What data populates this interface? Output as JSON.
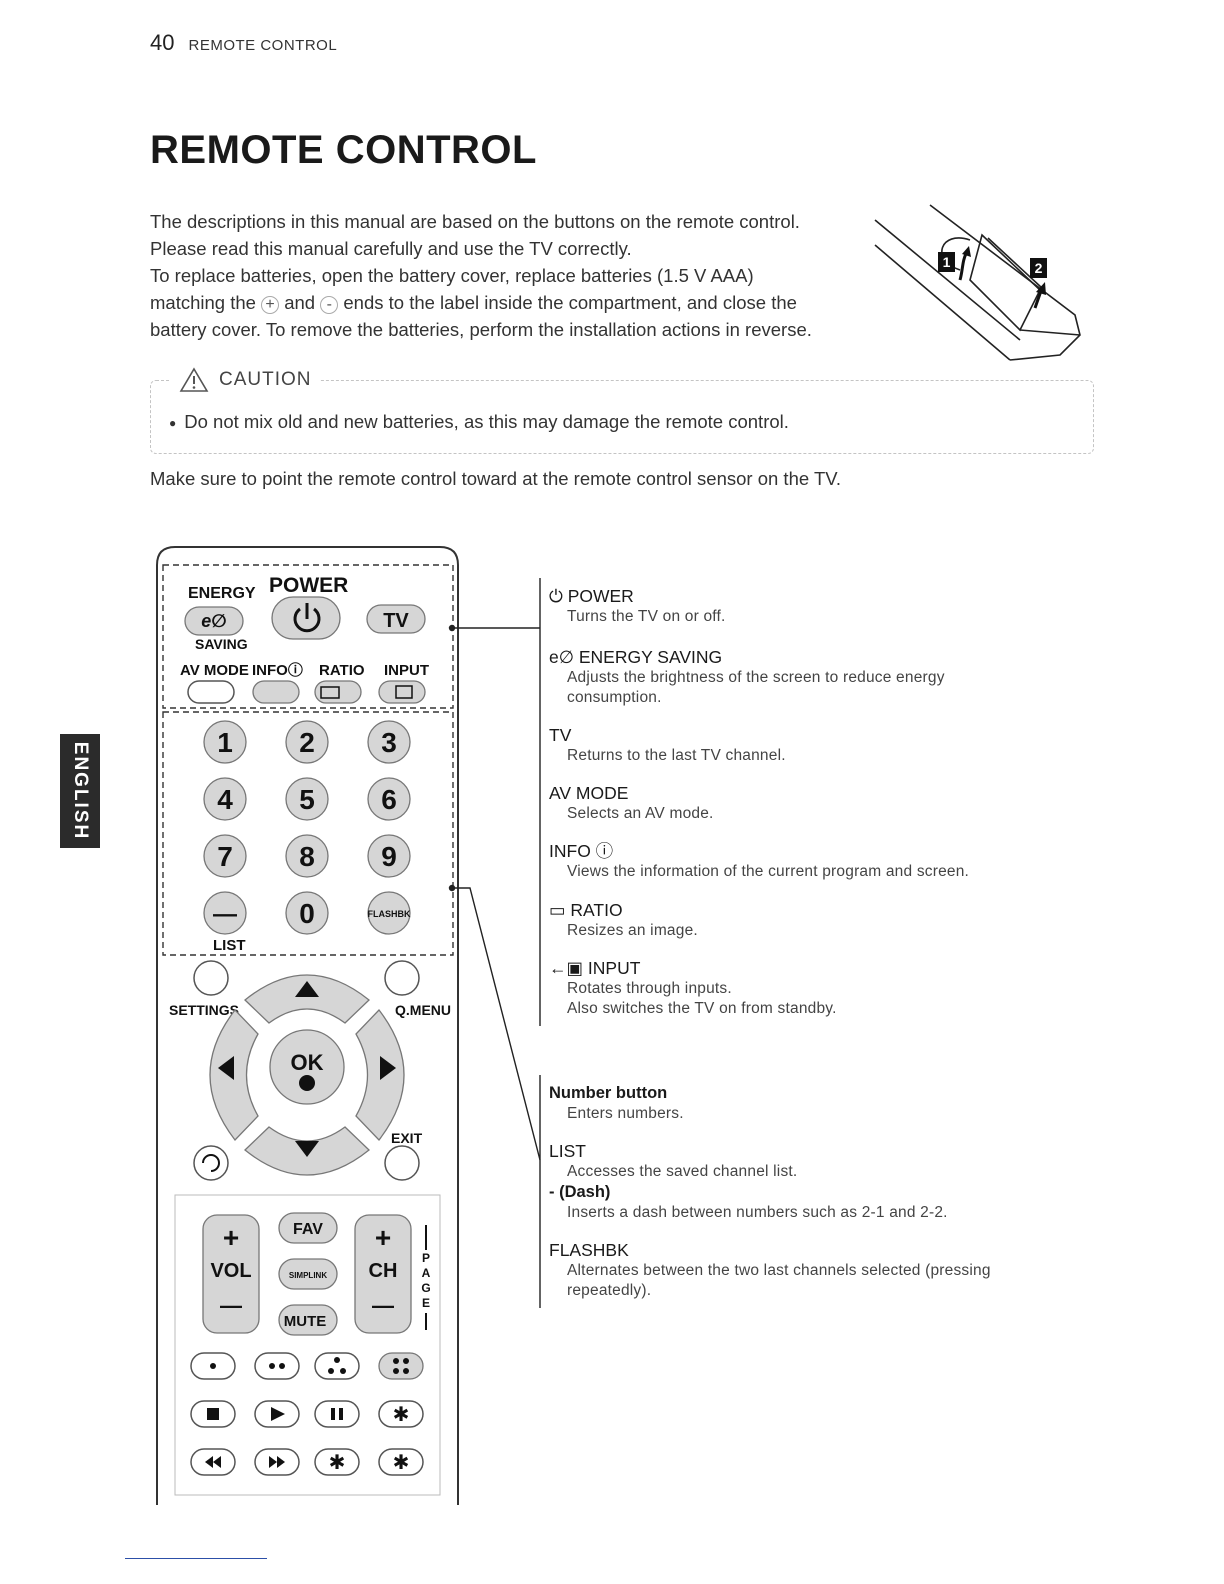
{
  "header": {
    "page_number": "40",
    "section": "REMOTE CONTROL"
  },
  "title": "REMOTE CONTROL",
  "intro": {
    "line1": "The descriptions in this manual are based on the buttons on the remote control.",
    "line2": "Please read this manual carefully and use the TV correctly.",
    "line3": "To replace batteries, open the battery cover, replace batteries (1.5 V AAA)",
    "line4_a": "matching the",
    "plus": "+",
    "line4_b": "and",
    "minus": "-",
    "line4_c": "ends to the label inside the compartment, and close the",
    "line5": "battery cover. To remove the batteries, perform the installation actions in reverse."
  },
  "battery_figure": {
    "step1": "1",
    "step2": "2"
  },
  "caution": {
    "heading": "CAUTION",
    "bullet": "Do not mix old and new batteries, as this may damage the remote control."
  },
  "pointing_note": "Make sure to point the remote control toward at the remote control sensor on the TV.",
  "side_tab": "ENGLISH",
  "remote": {
    "energy": "ENERGY",
    "saving": "SAVING",
    "power": "POWER",
    "tv": "TV",
    "av_mode": "AV MODE",
    "info": "INFOⓘ",
    "ratio": "RATIO",
    "input": "INPUT",
    "digits": [
      "1",
      "2",
      "3",
      "4",
      "5",
      "6",
      "7",
      "8",
      "9"
    ],
    "dash": "—",
    "zero": "0",
    "flashbk": "FLASHBK",
    "list": "LIST",
    "settings": "SETTINGS",
    "qmenu": "Q.MENU",
    "ok": "OK",
    "exit": "EXIT",
    "fav": "FAV",
    "simplink": "SIMPLINK",
    "mute": "MUTE",
    "vol": "VOL",
    "ch": "CH",
    "page": [
      "P",
      "A",
      "G",
      "E"
    ],
    "plus": "+",
    "minus": "—"
  },
  "descriptions": [
    {
      "name": "⏻ POWER",
      "text": [
        "Turns the TV on or off."
      ]
    },
    {
      "name": "e∅ ENERGY SAVING",
      "text": [
        "Adjusts the brightness of the screen to reduce energy",
        "consumption."
      ]
    },
    {
      "name": "TV",
      "text": [
        "Returns to the last TV channel."
      ]
    },
    {
      "name": "AV MODE",
      "text": [
        "Selects an AV mode."
      ]
    },
    {
      "name": "INFO ⓘ",
      "text": [
        "Views the information of the current program and screen."
      ]
    },
    {
      "name": "▭ RATIO",
      "text": [
        "Resizes an image."
      ]
    },
    {
      "name": "←▣ INPUT",
      "text": [
        "Rotates through inputs.",
        "Also switches the TV on from standby."
      ]
    },
    {
      "name": "Number button",
      "text": [
        "Enters numbers."
      ]
    },
    {
      "name": "LIST",
      "text": [
        "Accesses the saved channel list."
      ]
    },
    {
      "name": "- (Dash)",
      "text": [
        "Inserts a dash between numbers such as 2-1 and 2-2."
      ]
    },
    {
      "name": "FLASHBK",
      "text": [
        "Alternates between the two last channels selected (pressing",
        "repeatedly)."
      ]
    }
  ]
}
